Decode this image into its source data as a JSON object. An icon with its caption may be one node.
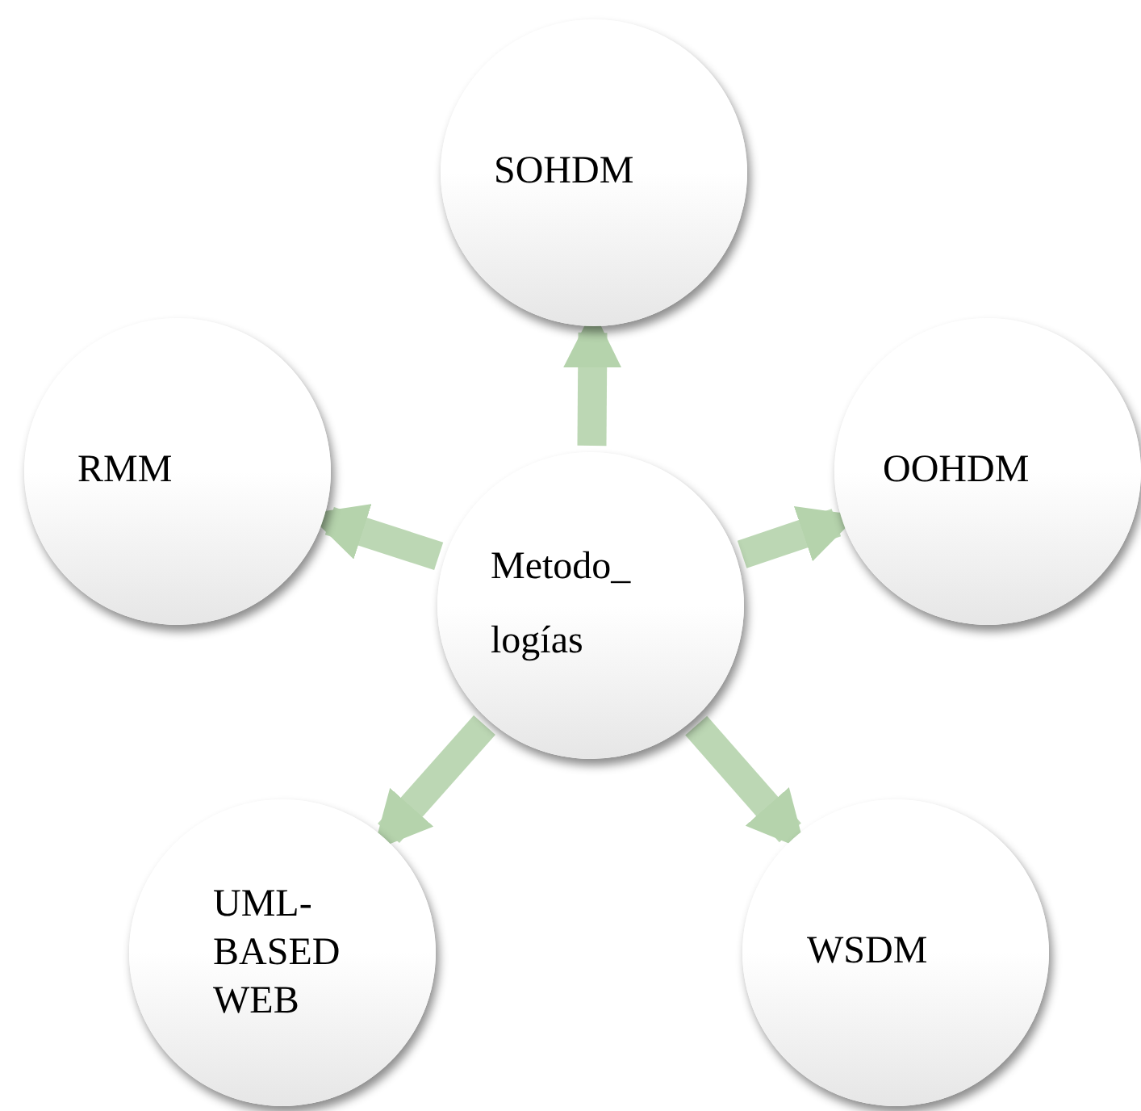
{
  "diagram": {
    "nodes": [
      {
        "text": [
          "SOHDM"
        ]
      },
      {
        "text": [
          "RMM"
        ]
      },
      {
        "text": [
          "Metodo_ logías"
        ]
      },
      {
        "text": [
          "OOHDM"
        ]
      },
      {
        "text": [
          "UML-BASED WEB"
        ]
      },
      {
        "text": [
          "WSDM"
        ]
      }
    ],
    "edges": [
      {
        "from": 2,
        "to": 0,
        "arrow": "to"
      },
      {
        "from": 2,
        "to": 1,
        "arrow": "to"
      },
      {
        "from": 2,
        "to": 3,
        "arrow": "to"
      },
      {
        "from": 2,
        "to": 4,
        "arrow": "to"
      },
      {
        "from": 2,
        "to": 5,
        "arrow": "to"
      }
    ]
  }
}
